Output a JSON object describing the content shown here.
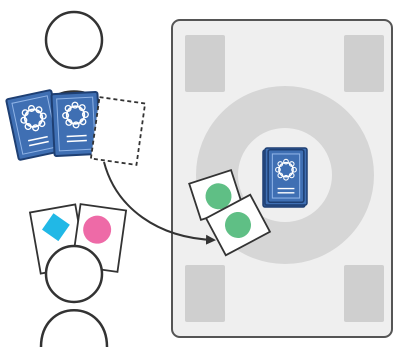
{
  "colors": {
    "stroke": "#333333",
    "board_fill": "#efefef",
    "board_stroke": "#555555",
    "ring": "#d6d6d6",
    "slot": "#cfcfcf",
    "card_blue": "#3f6fb3",
    "card_blue_border": "#1e3f73",
    "card_blue_inner": "#5a8ad0",
    "green": "#5fbf85",
    "pink": "#ee6aa7",
    "cyan": "#21b8e6"
  },
  "icons": {
    "player_top": "person-icon",
    "player_bottom": "person-icon",
    "card_face": "rosette-emblem-icon",
    "arrow": "curved-arrow-icon"
  },
  "scene": {
    "top_player_blue_cards": 2,
    "top_player_missing_card": 1,
    "bottom_player_shapes": [
      "diamond",
      "circle"
    ],
    "table_green_cards": 2,
    "table_blue_deck": 1,
    "board_corner_slots": 4
  }
}
